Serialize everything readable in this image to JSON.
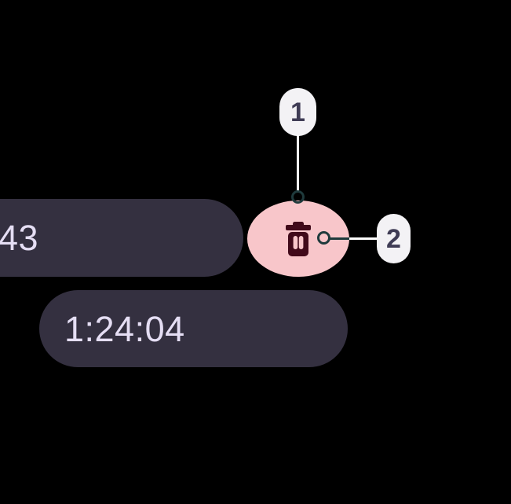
{
  "colors": {
    "background": "#000000",
    "chip_bg": "#343040",
    "chip_text": "#E5DEF4",
    "delete_button_bg": "#F8C6CA",
    "delete_icon": "#410A1A",
    "badge_bg": "#F3F2F5",
    "badge_text": "#3F3C55",
    "line_light": "#FFFFFF",
    "line_dark": "#1F3A3C"
  },
  "stopwatch": {
    "lap_chip": {
      "text": "43"
    },
    "time_chip": {
      "text": "1:24:04"
    },
    "delete_button": {
      "icon": "trash-icon"
    }
  },
  "callouts": {
    "one": {
      "label": "1"
    },
    "two": {
      "label": "2"
    }
  }
}
